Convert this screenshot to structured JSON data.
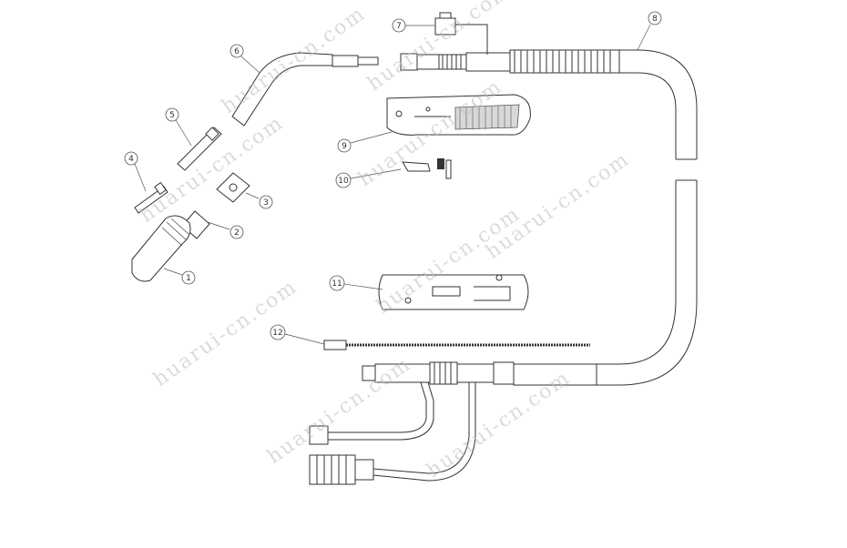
{
  "diagram": {
    "callouts": [
      "1",
      "2",
      "3",
      "4",
      "5",
      "6",
      "7",
      "8",
      "9",
      "10",
      "11",
      "12"
    ],
    "watermark": "huarui-cn.com"
  }
}
